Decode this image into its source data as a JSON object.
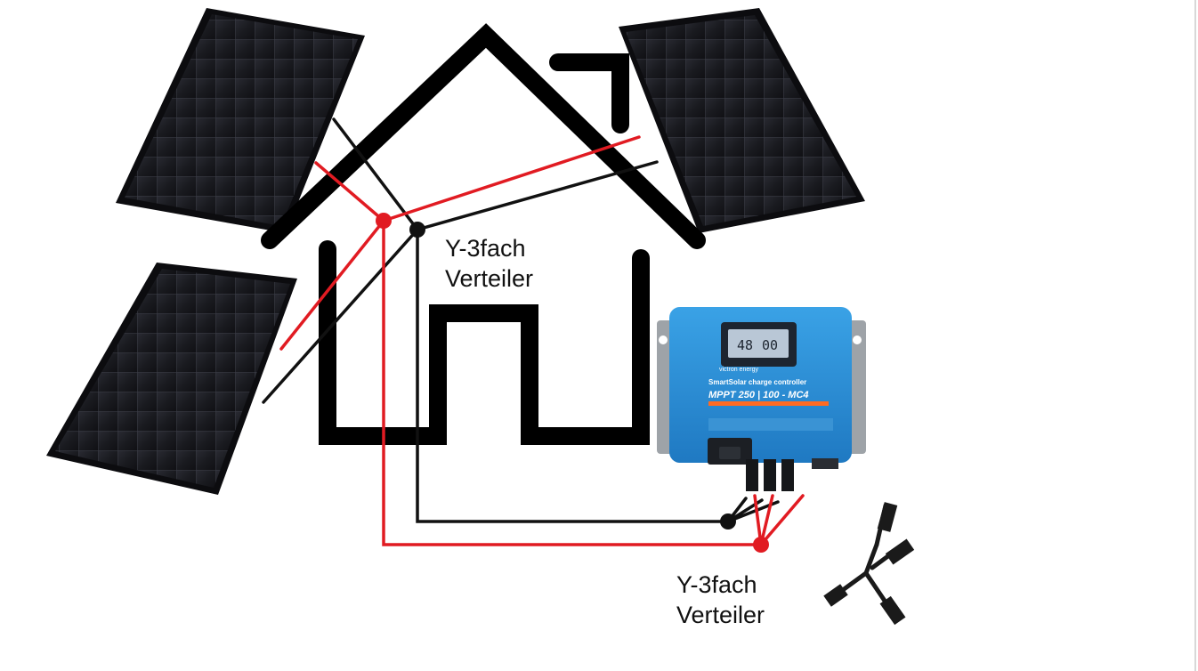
{
  "labels": {
    "top_splitter": [
      "Y-3fach",
      "Verteiler"
    ],
    "bottom_splitter": [
      "Y-3fach",
      "Verteiler"
    ]
  },
  "controller": {
    "brand": "victron energy",
    "series": "SmartSolar charge controller",
    "model": "MPPT 250 | 100 - MC4",
    "display_value_left": "48",
    "display_value_right": "00"
  },
  "colors": {
    "positive_wire": "#e11b22",
    "negative_wire": "#111111",
    "house_outline": "#000000",
    "panel_body": "#1c1c22",
    "controller_blue": "#2b8fd6"
  },
  "icons": [
    "solar-panel",
    "solar-panel",
    "solar-panel",
    "solar-panel",
    "mc4-y-splitter-icon"
  ]
}
